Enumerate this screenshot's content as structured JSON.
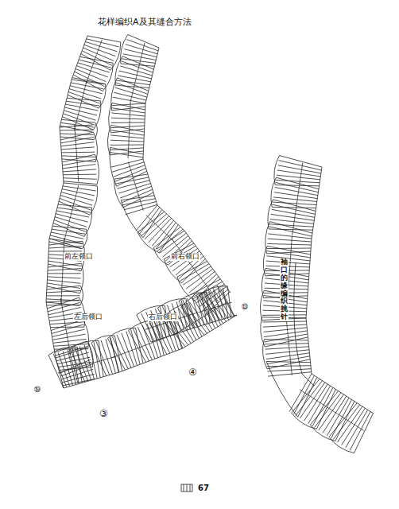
{
  "diagram": {
    "title": "花样编织A及其缝合方法",
    "labels": [
      "前左领口",
      "前右领口",
      "左后领口",
      "右后领口",
      "③",
      "④",
      "⑲",
      "⑬",
      "袖口的缘编织挑针",
      "67"
    ]
  }
}
